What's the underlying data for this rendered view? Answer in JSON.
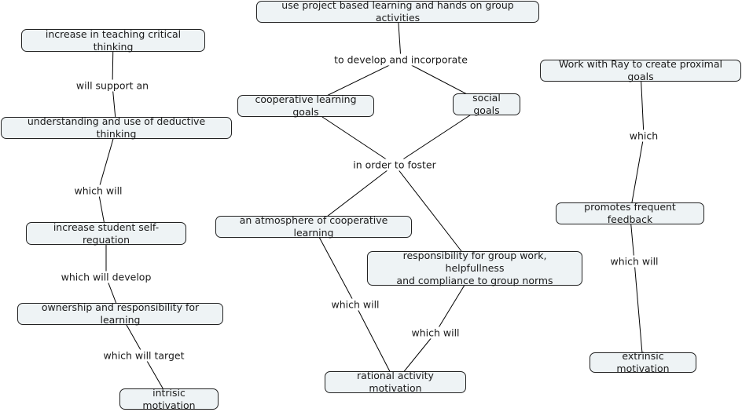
{
  "concepts": [
    {
      "id": "c1",
      "text": "increase in teaching critical thinking"
    },
    {
      "id": "c2",
      "text": "understanding and use of deductive thinking"
    },
    {
      "id": "c3",
      "text": "increase student self-reguation"
    },
    {
      "id": "c4",
      "text": "ownership and responsibility for learning"
    },
    {
      "id": "c5",
      "text": "intrisic motivation"
    },
    {
      "id": "c6",
      "text": "use project based learning and hands on group activities"
    },
    {
      "id": "c7",
      "text": "cooperative learning goals"
    },
    {
      "id": "c8",
      "text": "social goals"
    },
    {
      "id": "c9",
      "text": "an atmosphere of cooperative learning"
    },
    {
      "id": "c10",
      "text": "responsibility for group work, helpfullness\nand compliance to group norms"
    },
    {
      "id": "c11",
      "text": "rational activity motivation"
    },
    {
      "id": "c12",
      "text": "Work with Ray to create proximal goals"
    },
    {
      "id": "c13",
      "text": "promotes frequent feedback"
    },
    {
      "id": "c14",
      "text": "extrinsic motivation"
    }
  ],
  "linking_phrases": [
    {
      "id": "l1",
      "text": "will support an"
    },
    {
      "id": "l2",
      "text": "which will"
    },
    {
      "id": "l3",
      "text": "which will develop"
    },
    {
      "id": "l4",
      "text": "which will target"
    },
    {
      "id": "l5",
      "text": "to develop and incorporate"
    },
    {
      "id": "l6",
      "text": "in order to foster"
    },
    {
      "id": "l7",
      "text": "which will"
    },
    {
      "id": "l8",
      "text": "which will"
    },
    {
      "id": "l9",
      "text": "which"
    },
    {
      "id": "l10",
      "text": "which will"
    }
  ],
  "connections": [
    [
      "c1",
      "l1"
    ],
    [
      "l1",
      "c2"
    ],
    [
      "c2",
      "l2"
    ],
    [
      "l2",
      "c3"
    ],
    [
      "c3",
      "l3"
    ],
    [
      "l3",
      "c4"
    ],
    [
      "c4",
      "l4"
    ],
    [
      "l4",
      "c5"
    ],
    [
      "c6",
      "l5"
    ],
    [
      "l5",
      "c7"
    ],
    [
      "l5",
      "c8"
    ],
    [
      "c7",
      "l6"
    ],
    [
      "c8",
      "l6"
    ],
    [
      "l6",
      "c9"
    ],
    [
      "l6",
      "c10"
    ],
    [
      "c9",
      "l7"
    ],
    [
      "l7",
      "c11"
    ],
    [
      "c10",
      "l8"
    ],
    [
      "l8",
      "c11"
    ],
    [
      "c12",
      "l9"
    ],
    [
      "l9",
      "c13"
    ],
    [
      "c13",
      "l10"
    ],
    [
      "l10",
      "c14"
    ]
  ]
}
